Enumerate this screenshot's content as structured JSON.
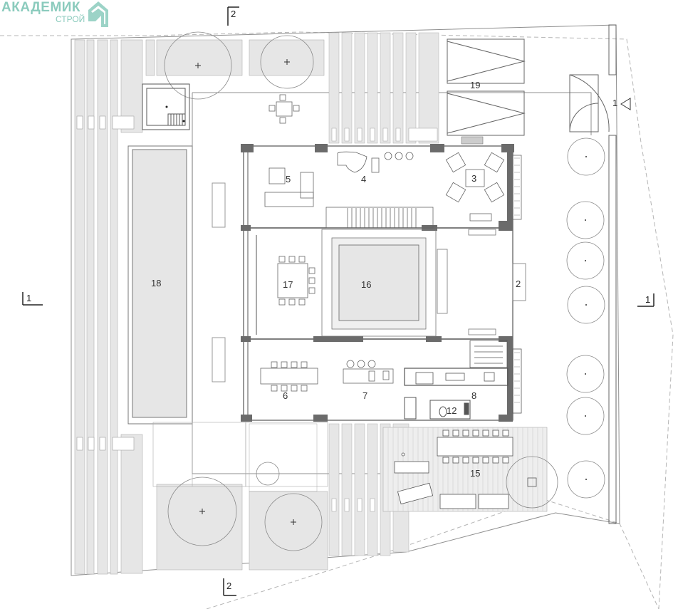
{
  "logo": {
    "title": "АКАДЕМИК",
    "subtitle": "СТРОЙ"
  },
  "rooms": {
    "r1": "1",
    "r2": "2",
    "r3": "3",
    "r4": "4",
    "r5": "5",
    "r6": "6",
    "r7": "7",
    "r8": "8",
    "r12": "12",
    "r15": "15",
    "r16": "16",
    "r17": "17",
    "r18": "18",
    "r19": "19"
  },
  "section_marks": {
    "top_2": "2",
    "bottom_2": "2",
    "left_1": "1",
    "right_1": "1"
  },
  "colors": {
    "wall": "#6b6b6b",
    "fill": "#e6e6e6",
    "line": "#9a9a9a",
    "logo": "#8bcbbd"
  }
}
